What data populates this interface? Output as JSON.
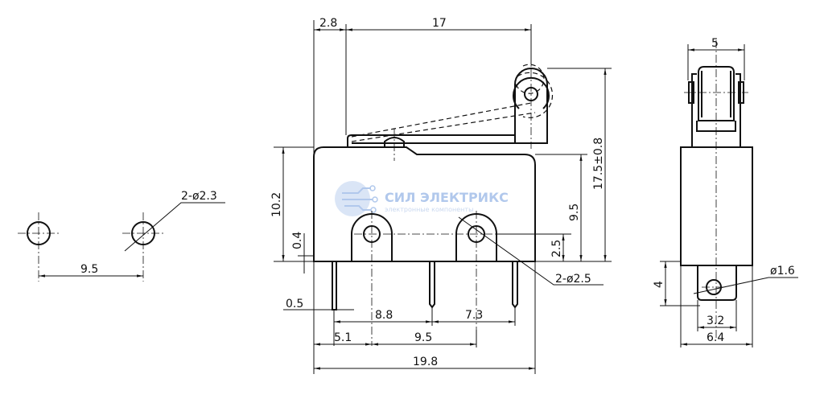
{
  "watermark": {
    "brand": "СИЛ ЭЛЕКТРИКС",
    "tagline": "электронные компоненты",
    "color": "#a9c3ea"
  },
  "pcb_view": {
    "hole_spacing": "9.5",
    "hole_callout": "2-ø2.3"
  },
  "front_view": {
    "dim_lever_offset": "2.8",
    "dim_lever_length": "17",
    "dim_total_height": "17.5±0.8",
    "dim_body_height": "10.2",
    "dim_hole_height": "9.5",
    "dim_hole_center": "2.5",
    "dim_gap": "0.4",
    "dim_pin_width": "0.5",
    "dim_pin_spacing_1": "8.8",
    "dim_pin_spacing_2": "7.3",
    "dim_hole_offset": "5.1",
    "dim_hole_spacing": "9.5",
    "dim_body_width": "19.8",
    "hole_callout": "2-ø2.5"
  },
  "side_view": {
    "dim_roller_width": "5",
    "dim_terminal_height": "4",
    "dim_terminal_width": "3.2",
    "dim_body_width": "6.4",
    "dim_terminal_hole": "ø1.6"
  }
}
